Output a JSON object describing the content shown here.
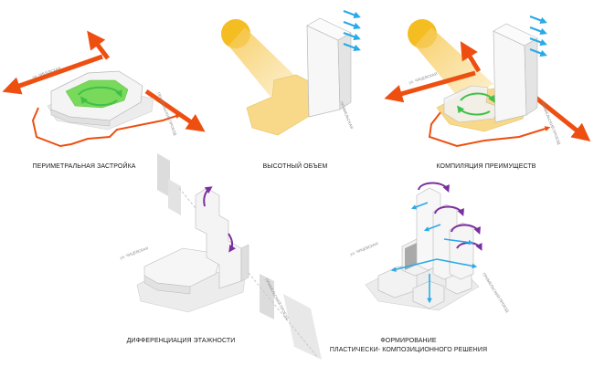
{
  "captions": {
    "perimeter": "ПЕРИМЕТРАЛЬНАЯ ЗАСТРОЙКА",
    "high_rise": "ВЫСОТНЫЙ ОБЪЕМ",
    "compilation": "КОМПИЛЯЦИЯ ПРЕИМУЩЕСТВ",
    "differentiation": "ДИФФЕРЕНЦИАЦИЯ ЭТАЖНОСТИ",
    "formation_line1": "ФОРМИРОВАНИЕ",
    "formation_line2": "ПЛАСТИЧЕСКИ- КОМПОЗИЦИОННОГО РЕШЕНИЯ"
  },
  "street_labels": {
    "street_a": "ул. ЧИЦЕВСКАЯ",
    "street_b": "ПРИМЕЛЬСКИЙ ПРОЕЗД",
    "street_c": "ПРИМЕЛЬСКАЯ"
  },
  "colors": {
    "orange": "#ee4f10",
    "green": "#6fd24f",
    "sun": "#f4bd22",
    "sunlight": "#f8d98a",
    "cyan": "#2aa9e6",
    "purple": "#7b2ea0",
    "block": "#f2f2f2",
    "edge": "#b9b9b9",
    "ground": "#e9e9e9"
  }
}
